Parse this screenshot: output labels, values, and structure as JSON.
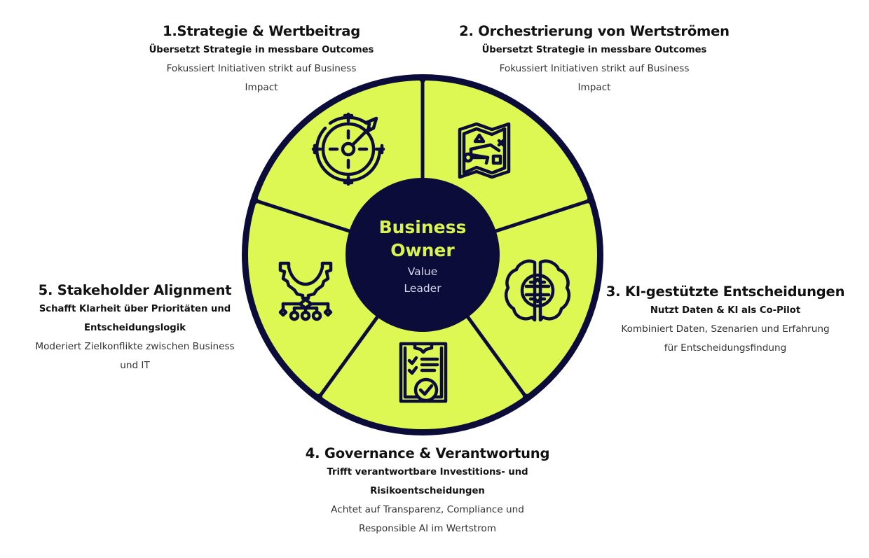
{
  "colors": {
    "accent_lime": "#DDF853",
    "navy": "#0C0C3A",
    "center_title": "#D9F44F",
    "center_subtitle": "#D8D8F0"
  },
  "center": {
    "title_line1": "Business",
    "title_line2": "Owner",
    "subtitle_line1": "Value",
    "subtitle_line2": "Leader"
  },
  "segments": [
    {
      "id": 1,
      "icon": "target-arrow-icon",
      "title": "1.Strategie & Wertbeitrag",
      "subtitle_lines": [
        "Übersetzt Strategie in messbare Outcomes"
      ],
      "description_lines": [
        "Fokussiert Initiativen strikt auf Business",
        "Impact"
      ]
    },
    {
      "id": 2,
      "icon": "treasure-map-icon",
      "title": "2. Orchestrierung von Wertströmen",
      "subtitle_lines": [
        "Übersetzt Strategie in messbare Outcomes"
      ],
      "description_lines": [
        "Fokussiert Initiativen strikt auf Business",
        "Impact"
      ]
    },
    {
      "id": 3,
      "icon": "brain-circuit-icon",
      "title": "3. KI-gestützte Entscheidungen",
      "subtitle_lines": [
        "Nutzt Daten & KI als Co-Pilot"
      ],
      "description_lines": [
        "Kombiniert Daten, Szenarien und Erfahrung",
        "für Entscheidungsfindung"
      ]
    },
    {
      "id": 4,
      "icon": "clipboard-check-icon",
      "title": "4. Governance & Verantwortung",
      "subtitle_lines": [
        "Trifft verantwortbare Investitions- und",
        "Risikoentscheidungen"
      ],
      "description_lines": [
        "Achtet auf Transparenz, Compliance und",
        "Responsible AI im Wertstrom"
      ]
    },
    {
      "id": 5,
      "icon": "gear-network-icon",
      "title": "5. Stakeholder Alignment",
      "subtitle_lines": [
        "Schafft Klarheit über Prioritäten und",
        "Entscheidungslogik"
      ],
      "description_lines": [
        "Moderiert Zielkonflikte zwischen Business",
        "und IT"
      ]
    }
  ]
}
